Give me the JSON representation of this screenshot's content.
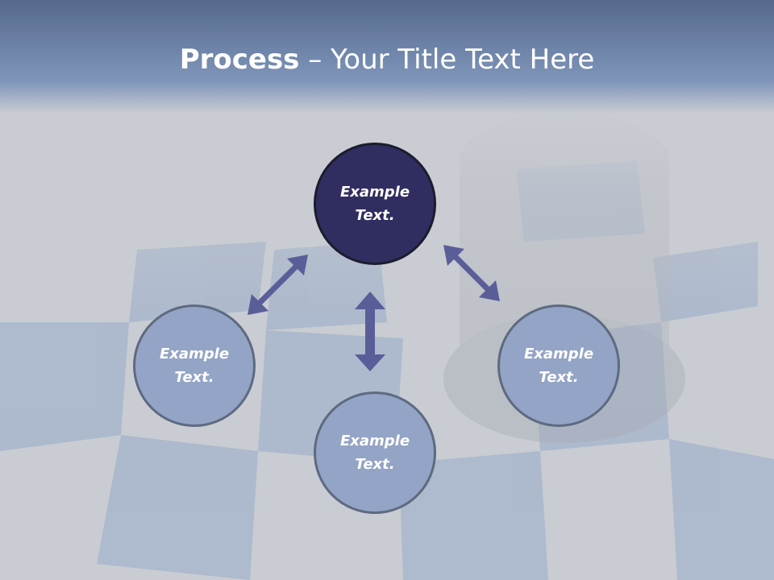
{
  "title": {
    "bold": "Process",
    "rest": " – Your Title Text Here"
  },
  "nodes": [
    {
      "line1": "Example",
      "line2": "Text."
    },
    {
      "line1": "Example",
      "line2": "Text."
    },
    {
      "line1": "Example",
      "line2": "Text."
    },
    {
      "line1": "Example",
      "line2": "Text."
    }
  ],
  "colors": {
    "header_band": "#6d86ad",
    "node_dark": "#302e60",
    "node_light": "#94a4c6",
    "node_border": "#5d6a80",
    "arrow": "#5a5e98"
  }
}
